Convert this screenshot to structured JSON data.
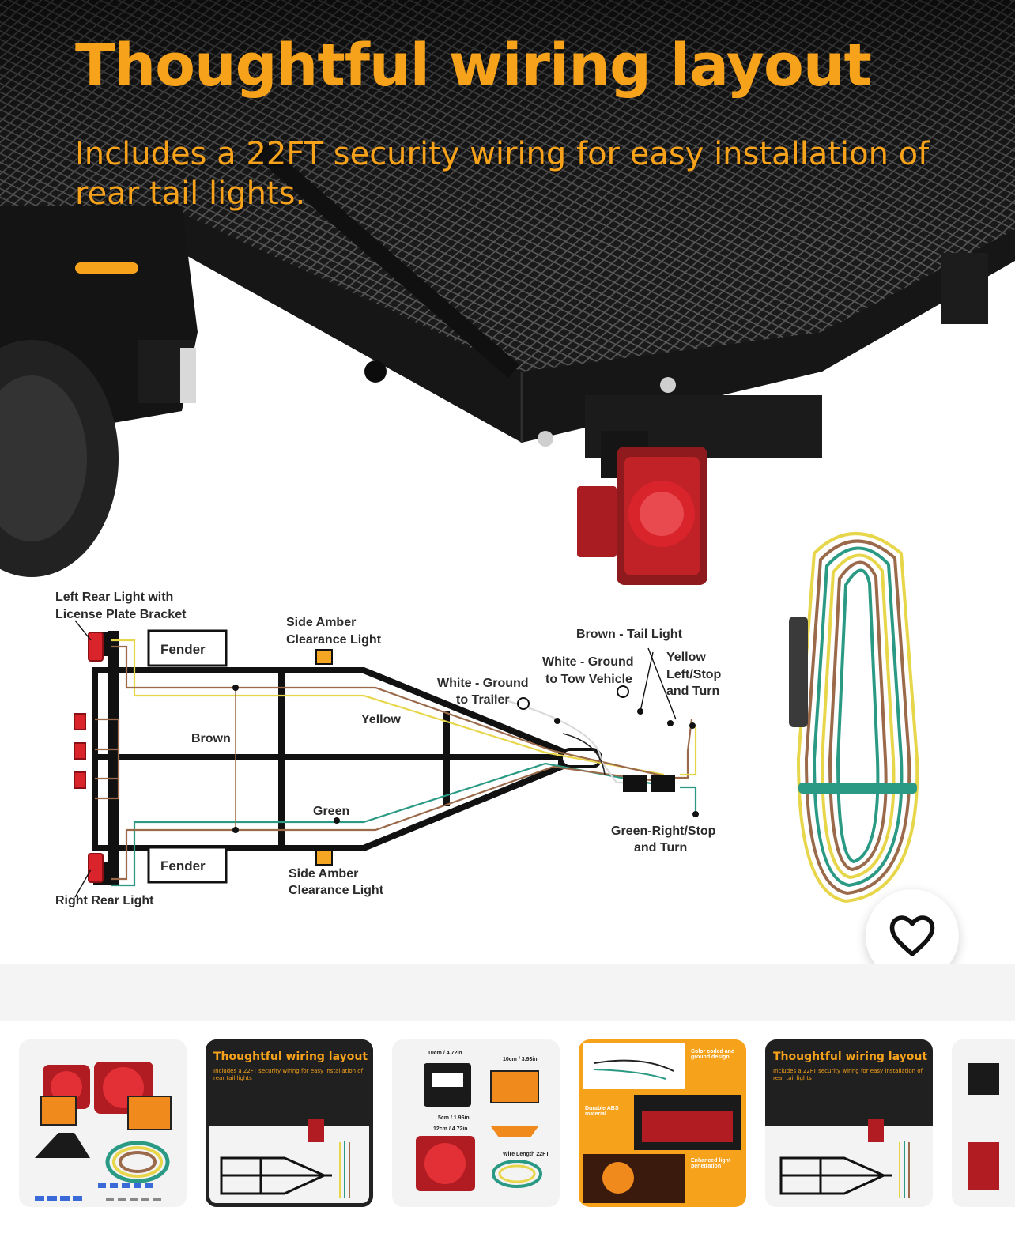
{
  "hero": {
    "title": "Thoughtful wiring layout",
    "subtitle": "Includes a 22FT security wiring for easy installation of rear tail lights.",
    "accent_color": "#f6a21b"
  },
  "diagram": {
    "left_rear_light_line1": "Left Rear Light with",
    "left_rear_light_line2": "License Plate Bracket",
    "fender_top": "Fender",
    "fender_bottom": "Fender",
    "side_amber_top_line1": "Side Amber",
    "side_amber_top_line2": "Clearance Light",
    "side_amber_bottom_line1": "Side Amber",
    "side_amber_bottom_line2": "Clearance Light",
    "brown": "Brown",
    "yellow": "Yellow",
    "green": "Green",
    "white_ground_trailer_line1": "White - Ground",
    "white_ground_trailer_line2": "to Trailer",
    "white_ground_vehicle_line1": "White - Ground",
    "white_ground_vehicle_line2": "to Tow Vehicle",
    "brown_tail_light": "Brown - Tail Light",
    "yellow_left_line1": "Yellow",
    "yellow_left_line2": "Left/Stop",
    "yellow_left_line3": "and Turn",
    "green_right_line1": "Green-Right/Stop",
    "green_right_line2": "and Turn",
    "right_rear_light": "Right Rear Light"
  },
  "thumbnails": [
    {
      "name": "light-kit-thumbnail"
    },
    {
      "name": "wiring-layout-thumbnail",
      "title": "Thoughtful wiring layout",
      "subtitle": "Includes a 22FT security wiring for easy installation of rear tail lights",
      "selected": true
    },
    {
      "name": "dimensions-thumbnail",
      "dim1": "10cm / 4.72in",
      "dim2": "10cm / 3.93in",
      "dim3": "5cm / 1.96in",
      "dim4": "12cm / 4.72in",
      "dim5": "Wire Length 22FT"
    },
    {
      "name": "features-thumbnail",
      "f1_title": "Color coded and ground design",
      "f2_title": "Durable ABS material",
      "f3_title": "Enhanced light penetration"
    },
    {
      "name": "wiring-layout-thumbnail-2",
      "title": "Thoughtful wiring layout",
      "subtitle": "Includes a 22FT security wiring for easy installation of rear tail lights"
    }
  ],
  "colors": {
    "wire_yellow": "#e8d64a",
    "wire_brown": "#9a6a4a",
    "wire_green": "#2a9a84",
    "wire_white": "#d9d9d9",
    "lamp_red": "#d8242a",
    "amber": "#f5a623"
  },
  "icons": {
    "favorite": "heart-outline-icon"
  }
}
